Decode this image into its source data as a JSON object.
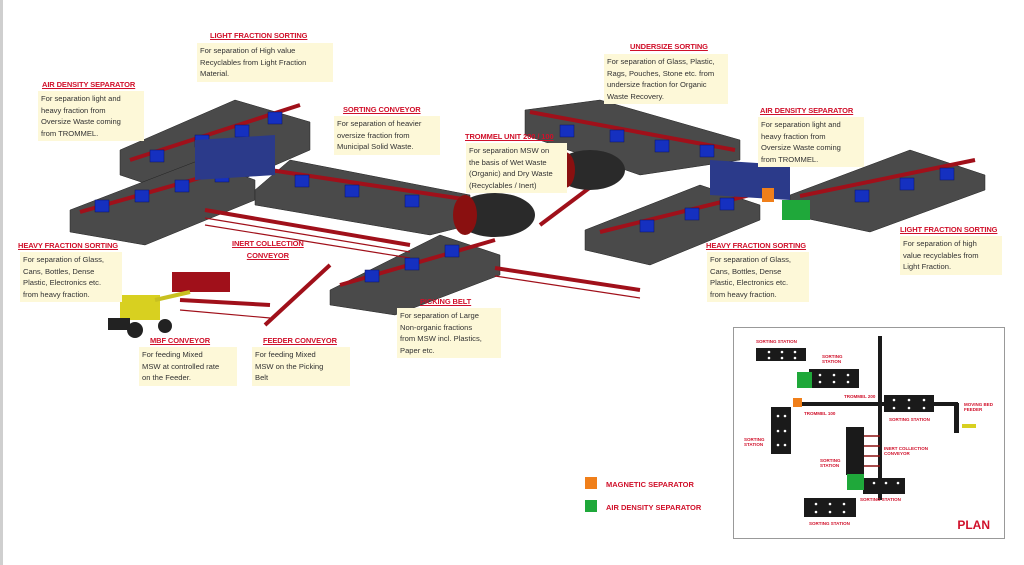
{
  "callouts": {
    "light_fraction_sorting_top": {
      "title": "LIGHT FRACTION SORTING",
      "lines": [
        "For separation of High value",
        "Recyclables from Light Fraction",
        "Material."
      ]
    },
    "air_density_separator_left": {
      "title": "AIR DENSITY SEPARATOR",
      "lines": [
        "For separation light and",
        "heavy fraction from",
        "Oversize Waste coming",
        "from TROMMEL."
      ]
    },
    "sorting_conveyor": {
      "title": "SORTING CONVEYOR",
      "lines": [
        "For separation of heavier",
        "oversize fraction from",
        "Municipal Solid Waste."
      ]
    },
    "trommel_unit": {
      "title": "TROMMEL UNIT 200 / 100",
      "lines": [
        "For separation MSW on",
        "the basis of Wet Waste",
        "(Organic) and Dry Waste",
        "(Recyclables / Inert)"
      ]
    },
    "undersize_sorting": {
      "title": "UNDERSIZE  SORTING",
      "lines": [
        "For separation of Glass, Plastic,",
        "Rags, Pouches, Stone etc. from",
        "undersize fraction for Organic",
        "Waste Recovery."
      ]
    },
    "air_density_separator_right": {
      "title": "AIR DENSITY SEPARATOR",
      "lines": [
        "For separation light and",
        "heavy fraction from",
        "Oversize Waste coming",
        "from TROMMEL."
      ]
    },
    "heavy_fraction_sorting_left": {
      "title": "HEAVY FRACTION SORTING",
      "lines": [
        "For separation of Glass,",
        "Cans, Bottles, Dense",
        "Plastic, Electronics etc.",
        "from heavy fraction."
      ]
    },
    "inert_collection_conveyor": {
      "title_lines": [
        "INERT COLLECTION",
        "CONVEYOR"
      ]
    },
    "picking_belt": {
      "title": "PICKING BELT",
      "lines": [
        "For separation of Large",
        "Non-organic fractions",
        "from MSW incl. Plastics,",
        "Paper etc."
      ]
    },
    "mbf_conveyor": {
      "title": "MBF CONVEYOR",
      "lines": [
        "For feeding Mixed",
        "MSW at controlled rate",
        "on the Feeder."
      ]
    },
    "feeder_conveyor": {
      "title": "FEEDER CONVEYOR",
      "lines": [
        "For feeding Mixed",
        "MSW on the Picking",
        "Belt"
      ]
    },
    "heavy_fraction_sorting_right": {
      "title": "HEAVY FRACTION SORTING",
      "lines": [
        "For separation of Glass,",
        "Cans, Bottles, Dense",
        "Plastic, Electronics etc.",
        "from heavy fraction."
      ]
    },
    "light_fraction_sorting_right": {
      "title": "LIGHT FRACTION SORTING",
      "lines": [
        "For separation of high",
        "value recyclables from",
        "Light Fraction."
      ]
    }
  },
  "legend": [
    {
      "label": "MAGNETIC SEPARATOR",
      "color": "#f07f1a"
    },
    {
      "label": "AIR DENSITY SEPARATOR",
      "color": "#1fa83a"
    }
  ],
  "plan": {
    "title": "PLAN",
    "labels": {
      "ss1": "SORTING STATION",
      "ss2": "SORTING STATION",
      "trommel200": "TROMMEL 200",
      "trommel100": "TROMMEL 100",
      "ss3": "SORTING STATION",
      "moving_bed_feeder": "MOVING BED FEEDER",
      "ss4": "SORTING STATION",
      "inert": "INERT COLLECTION CONVEYOR",
      "ss5": "SORTING STATION",
      "ss6": "SORTING STATION",
      "ss7": "SORTING STATION"
    }
  },
  "colors": {
    "title_red": "#d0102a",
    "note_bg": "#fdf8d8",
    "conveyor_red": "#a0101a",
    "bin_blue": "#1530c0",
    "platform_gray": "#555555"
  }
}
